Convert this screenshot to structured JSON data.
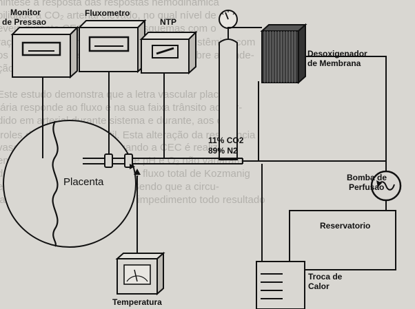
{
  "background_text": [
    "nintese a resposta das respostas hemodinâmica",
    "bilidade a CO₂ arterial elevado, no qual nível de O₂",
    "eveis durante CEC e placenta esquemas com o",
    "ração se considerar resposta inflamatória sistêmica com",
    "os efeitos decorrentes da influencia total sobre a conde-",
    "ção placentária.",
    "",
    "Este estudo demonstra que a letra vascular placen-",
    "tária responde ao fluxo e na sua faixa trânsito ao per-",
    "dido em arterial durante sistema e durante, aos con-",
    "troles de CEC não pulsátil. Esta alteração da resistência",
    "vascular é mais evidente quando a CEC é realizada",
    "em temperatura. Os valores de pH e O₂ não variaram",
    "dos quais ocorrem aumento do fluxo total de Kozmanig",
    "e 80 ul/min respectivamente. Sendo que a circu-",
    "lação extracorpórea, podendo impedimento todo resultado"
  ],
  "labels": {
    "monitor_line1": "Monitor",
    "monitor_line2": "de Pressao",
    "flowmeter": "Fluxometro",
    "ntp": "NTP",
    "oxygenator_line1": "Desoxigenador",
    "oxygenator_line2": "de Membrana",
    "gas_line1": "11% CO2",
    "gas_line2": "89% N2",
    "pump_line1": "Bomba de",
    "pump_line2": "Perfusao",
    "placenta": "Placenta",
    "reservoir": "Reservatorio",
    "heat_line1": "Troca de",
    "heat_line2": "Calor",
    "temperature": "Temperatura"
  },
  "colors": {
    "ink": "#111111",
    "paper": "#d9d7d2",
    "faded_text": "#b3b1ac",
    "device_fill": "#d9d7d2"
  }
}
